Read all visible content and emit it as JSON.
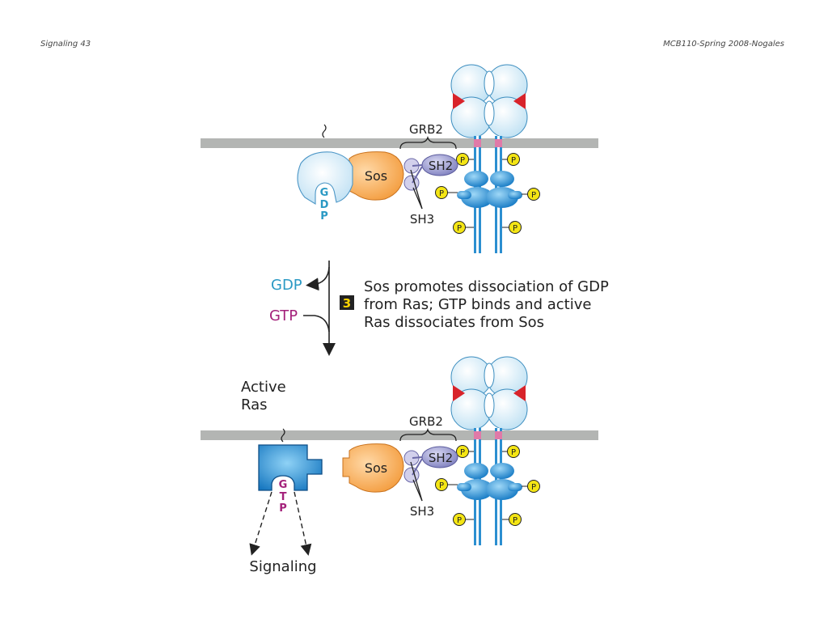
{
  "header": {
    "left": "Signaling 43",
    "right": "MCB110-Spring 2008-Nogales"
  },
  "top_panel": {
    "grb2": "GRB2",
    "sos": "Sos",
    "sh2": "SH2",
    "sh3": "SH3",
    "gdp_letters": [
      "G",
      "D",
      "P"
    ],
    "phospho": "P"
  },
  "step": {
    "number": "3",
    "gdp": "GDP",
    "gtp": "GTP",
    "caption_lines": [
      "Sos promotes dissociation of GDP",
      "from Ras; GTP binds and active",
      "Ras dissociates from Sos"
    ]
  },
  "bottom_panel": {
    "active_ras_lines": [
      "Active",
      "Ras"
    ],
    "grb2": "GRB2",
    "sos": "Sos",
    "sh2": "SH2",
    "sh3": "SH3",
    "gtp_letters": [
      "G",
      "T",
      "P"
    ],
    "signaling": "Signaling",
    "phospho": "P"
  },
  "colors": {
    "membrane": "#b3b5b3",
    "ras_inactive": "#cfe6f5",
    "ras_active": "#1e8fd6",
    "sos": "#f5a44a",
    "sh2": "#8f8fc9",
    "sh3": "#c9c6e6",
    "receptor": "#2c8fd0",
    "receptor_head": "#d6eef8",
    "phospho": "#f4e514",
    "gdp": "#2a99c4",
    "gtp": "#a3207a",
    "step_badge": "#222222",
    "step_badge_text": "#ffd400"
  }
}
